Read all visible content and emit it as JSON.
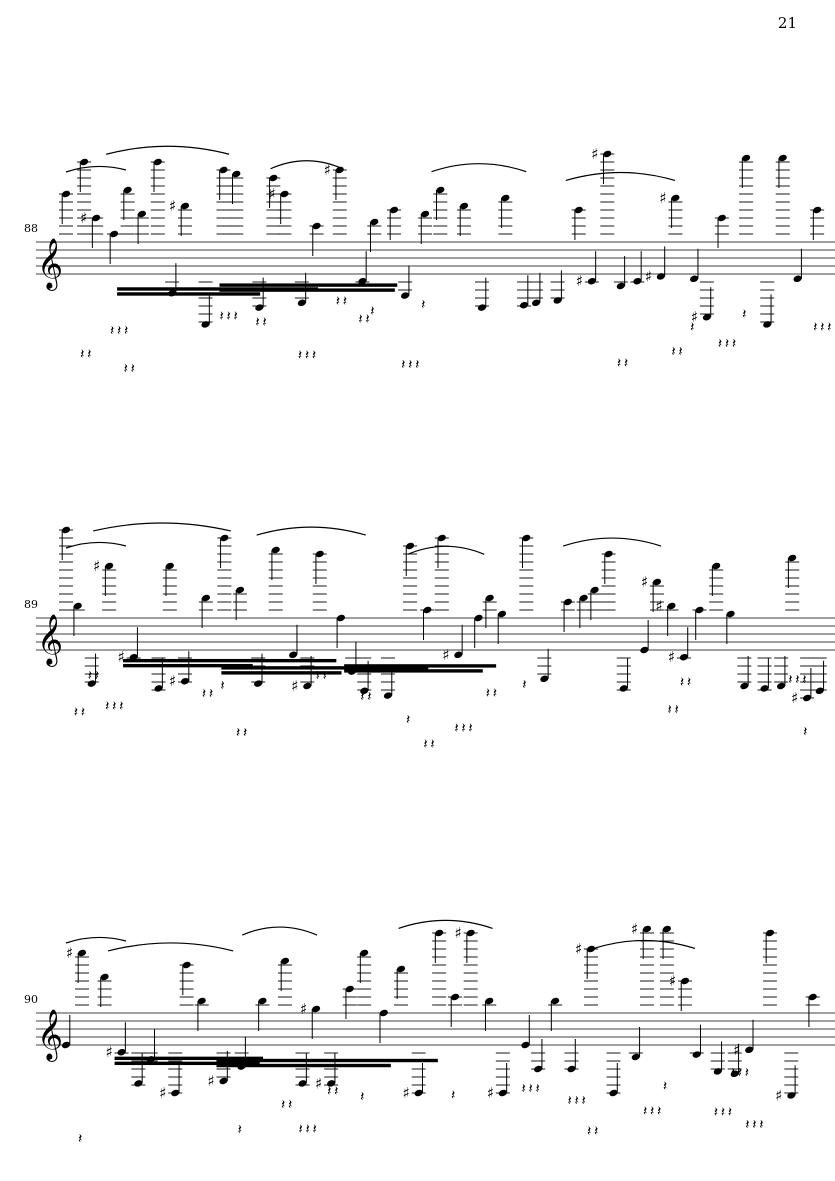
{
  "page": {
    "number": "21"
  },
  "systems": [
    {
      "measure": "88"
    },
    {
      "measure": "89"
    },
    {
      "measure": "90"
    }
  ]
}
